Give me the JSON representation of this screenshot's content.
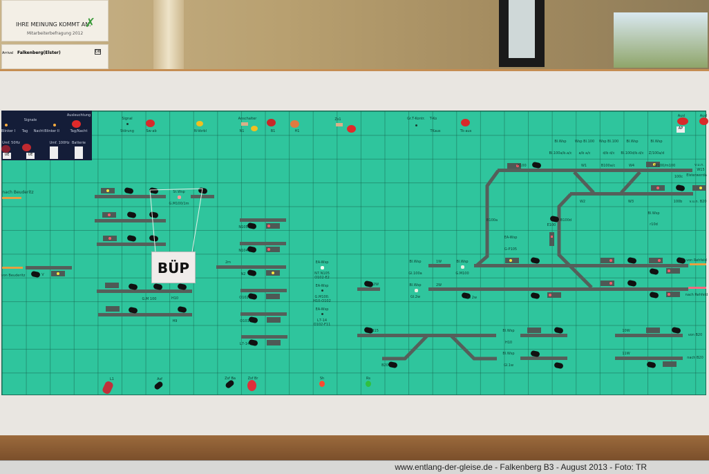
{
  "wall": {
    "poster_title": "IHRE MEINUNG KOMMT AN.",
    "poster_subtitle": "Mitarbeiterbefragung 2012",
    "timetable_heading": "Arrival",
    "timetable_station": "Falkenberg(Elster)",
    "timetable_logo": "DB"
  },
  "control_box": {
    "signale": "Signale",
    "blinker1": "Blinker I",
    "tag": "Tag",
    "nacht": "Nacht",
    "blinker2": "Blinker II",
    "ausleuchtung": "Ausleuchtung",
    "tag_nacht": "Tag/Nacht",
    "umf50": "Umf. 50Hz",
    "umf100": "Umf. 100Hz",
    "batterie": "Batterie",
    "key1": "ÜE",
    "key2": "ÜE"
  },
  "header": {
    "signal": "Signal",
    "stoerung": "Störung",
    "sw_ab": "Sw-ab",
    "n_vorbl": "N-Vorbl",
    "anschalter": "Anschalter",
    "n1": "N1",
    "b1": "B1",
    "h1": "H1",
    "zs1": "Zs1",
    "grt_kontr": "Gr.T-Kontr.",
    "t_ko": "T-Ko",
    "tkaus": "TKaus",
    "tk_aus": "Tk-aus",
    "ausl1": "Ausl",
    "ap": "AP",
    "ausl2": "Ausl"
  },
  "wsp_row": [
    [
      "Bl.Wsp",
      "Bl.100a/b.a/c"
    ],
    [
      "Wsp Bl.100",
      "a/b   a/c"
    ],
    [
      "Wsp Bl.100",
      "d/b   d/c"
    ],
    [
      "Bl.Wsp",
      "Bl.100d/b.d/c"
    ],
    [
      "Bl.Wsp",
      "Z/100a/d"
    ]
  ],
  "labels": {
    "h100": "H100",
    "w1": "W1",
    "b100ac": "B100a/c",
    "w4": "W4",
    "w100": "W100/m100",
    "vun1": "v.u.n.",
    "w15": "W15",
    "elster": "Elsterwerda",
    "c100": "100c",
    "w2": "W2",
    "w3": "W3",
    "b100b": "100b",
    "vun2": "v.u.n. B20",
    "b100a": "B100a",
    "b100d": "B100d",
    "e100": "E100",
    "blwsp_r": "Bl.Wsp",
    "r10d": "r10d",
    "ea_g": "EA-Wsp",
    "gp105": "G-P105",
    "von_rehfeld": "von Rehfeld",
    "nach_rehfeld": "nach Rehfeld",
    "nach_beuderitz": "nach Beuderitz",
    "von_beuderitz": "von Beuderitz",
    "v": "V",
    "stwsp": "St.Wsp",
    "gm100_1m": "G.M100/1m",
    "gm100": "G.M 100",
    "h10": "H10",
    "h9": "H9",
    "m2": "2m",
    "n105": "N105",
    "n104": "N104",
    "n2": "N2",
    "o102": "O102",
    "o101": "O101",
    "l714": "L7-14",
    "ea1": "EA-Wsp",
    "ea1b": "N7.N105",
    "ea1c": "O102-E2",
    "ea2": "EA-Wsp",
    "ea2b": "G.M100.",
    "ea2c": "H10-O102",
    "ea3": "EA-Wsp",
    "ea3b": "L7-14",
    "ea3c": "O102-F11",
    "w2a": "2W",
    "b15": "B15",
    "b20": "B20",
    "blw1": "Bl.Wsp",
    "gl100a": "Gl.100a",
    "w1b": "1W",
    "blw2": "Bl.Wsp",
    "gm100b": "G.M100",
    "blw3": "Bl.Wsp",
    "gl2w": "Gl.2w",
    "w2b": "2W",
    "gl2w_b": "Gl 2w",
    "blw4": "Bl.Wsp",
    "h10b": "H10",
    "blw5": "Bl.Wsp",
    "gl1w": "Gl.1w",
    "w10": "10W",
    "w11": "11W",
    "von_b20": "von B20",
    "nach_b20": "nach B20",
    "l1": "L1",
    "asf": "Asf",
    "zsfba": "Zsf Ba",
    "zsfbr": "Zsf Br",
    "sh": "Sh",
    "rs": "Rs"
  },
  "sign": "BÜP",
  "caption": "www.entlang-der-gleise.de - Falkenberg B3 - August 2013 - Foto: TR",
  "colors": {
    "panel": "#2fc59d",
    "track": "#555f5a",
    "lamp_red": "#ff5a6a",
    "lamp_yellow": "#ffe640"
  }
}
